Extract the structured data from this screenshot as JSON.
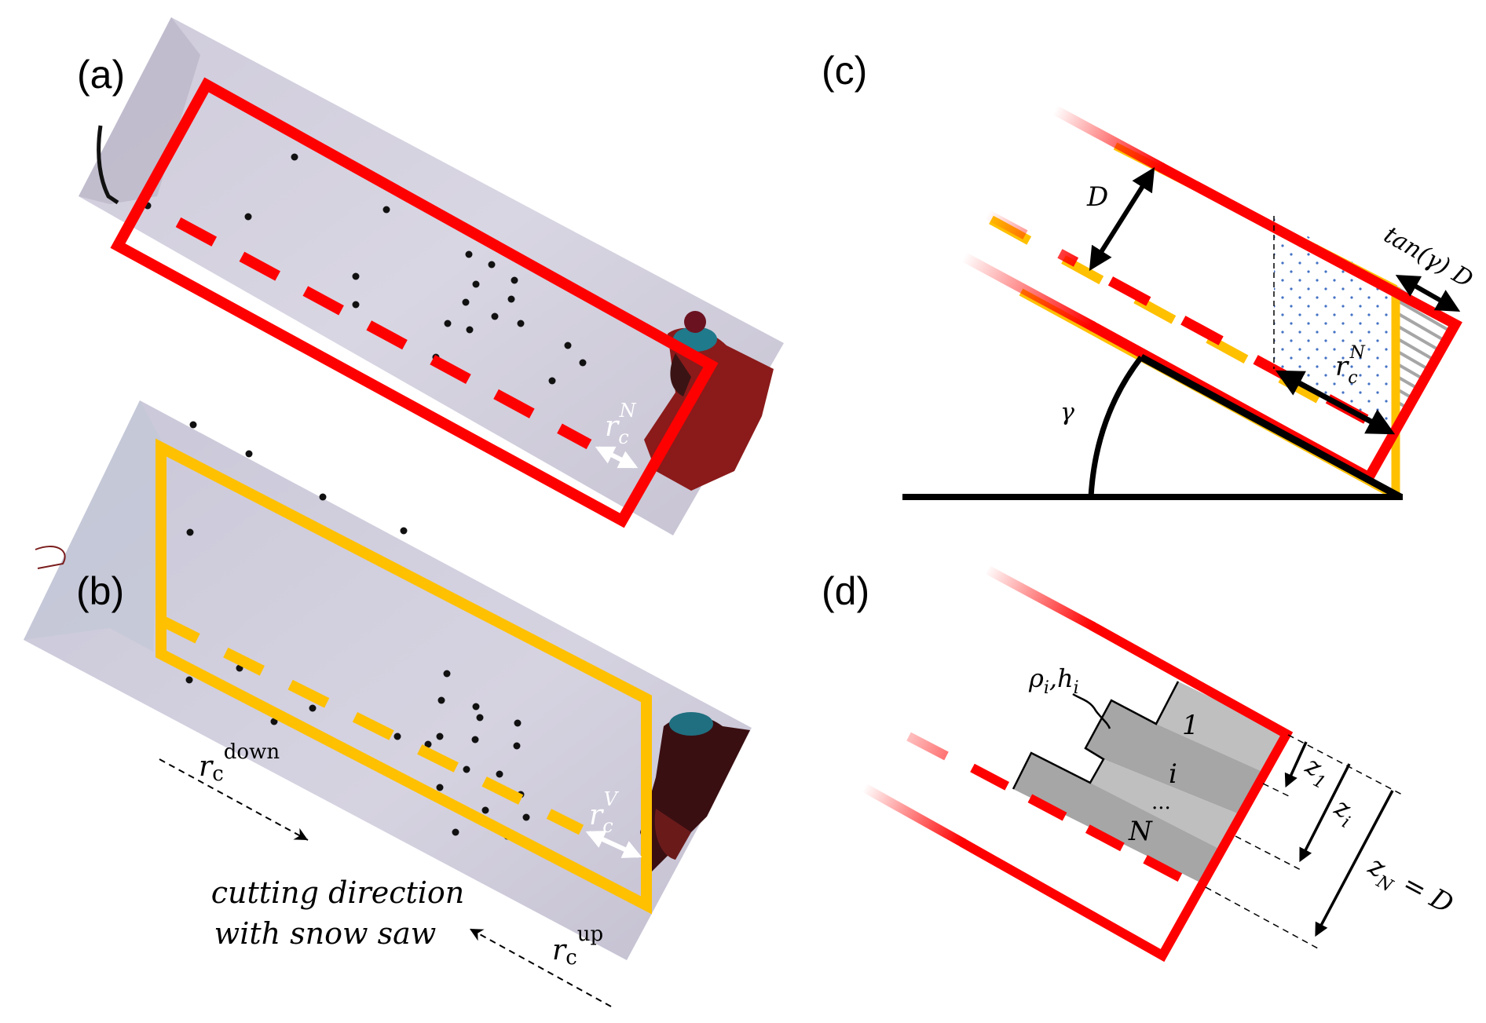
{
  "figure": {
    "panels": {
      "a": {
        "label": "(a)",
        "annotation": {
          "base": "r",
          "sub": "c",
          "sup": "N"
        },
        "frame_color": "#ff0000",
        "description": "photo of snow pit wall with normal-cut (rectangular) column outline"
      },
      "b": {
        "label": "(b)",
        "annotation": {
          "base": "r",
          "sub": "c",
          "sup": "V"
        },
        "frame_color": "#ffc000",
        "down_label": {
          "base": "r",
          "sub": "c",
          "sup": "down"
        },
        "up_label": {
          "base": "r",
          "sub": "c",
          "sup": "up"
        },
        "caption_line1": "cutting direction",
        "caption_line2": "with snow saw",
        "description": "photo of snow pit wall with vertical-cut (parallelogram) column outline"
      },
      "c": {
        "label": "(c)",
        "depth_label": "D",
        "angle_label": "γ",
        "crack_label": {
          "base": "r",
          "sub": "c",
          "sup": "N"
        },
        "offset_label": "tan(γ) D",
        "colors": {
          "normal_cut": "#ff0000",
          "vertical_cut": "#ffc000",
          "dots": "#4472c4",
          "hatch": "#a6a6a6",
          "slope": "#000000"
        }
      },
      "d": {
        "label": "(d)",
        "layer_props_label": {
          "base1": "ρ",
          "sub1": "i",
          "sep": ",",
          "base2": "h",
          "sub2": "i"
        },
        "layers": [
          "1",
          "i",
          "...",
          "N"
        ],
        "depth_labels": [
          {
            "base": "z",
            "sub": "1"
          },
          {
            "base": "z",
            "sub": "i"
          },
          {
            "base": "z",
            "sub": "N",
            "suffix": "= D"
          }
        ],
        "colors": {
          "frame": "#ff0000",
          "layer_light": "#bfbfbf",
          "layer_dark": "#a6a6a6"
        }
      }
    }
  }
}
